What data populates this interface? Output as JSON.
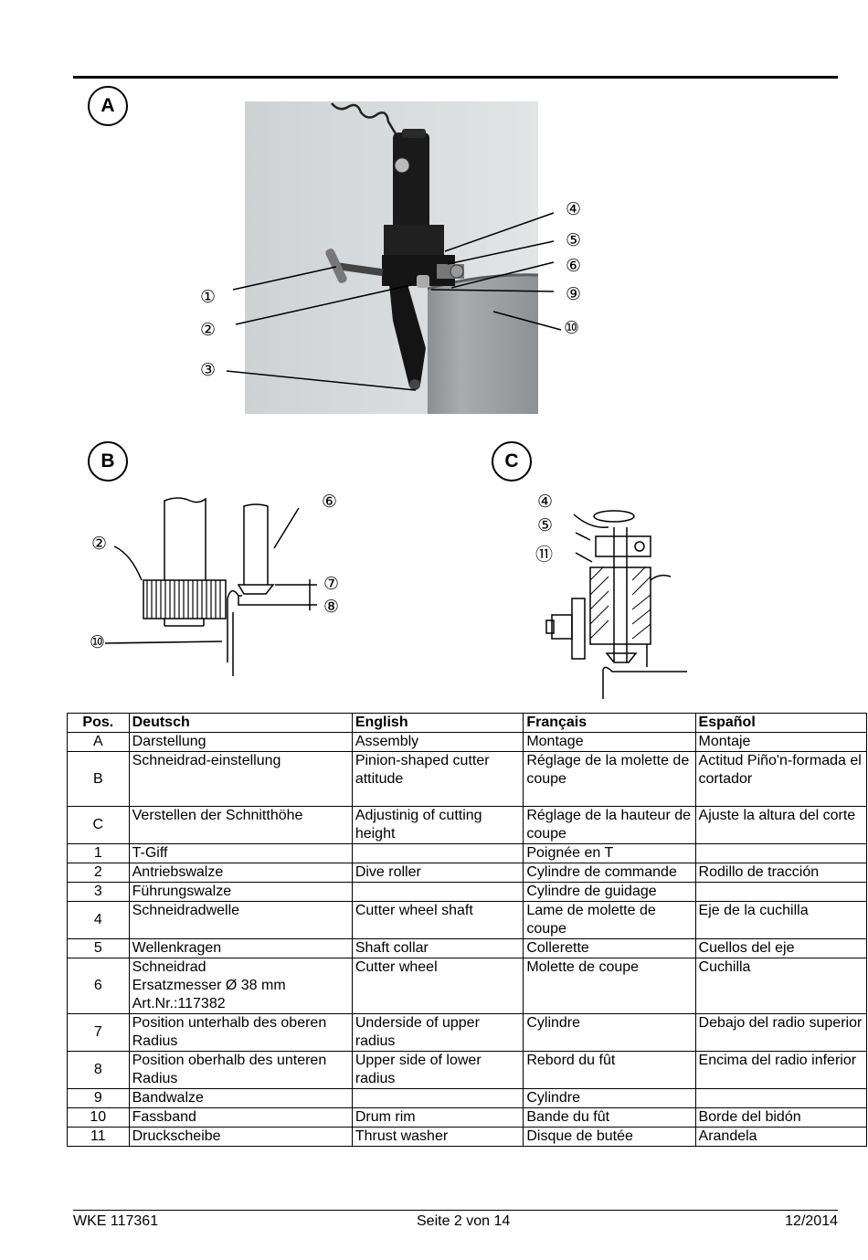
{
  "figures": {
    "a_label": "A",
    "b_label": "B",
    "c_label": "C",
    "a_callouts": [
      "①",
      "②",
      "③",
      "④",
      "⑤",
      "⑥",
      "⑨",
      "⑩"
    ],
    "b_callouts": [
      "②",
      "⑩",
      "⑥",
      "⑦",
      "⑧"
    ],
    "c_callouts": [
      "④",
      "⑤",
      "⑪"
    ]
  },
  "table": {
    "headers": [
      "Pos.",
      "Deutsch",
      "English",
      "Français",
      "Español"
    ],
    "rows": [
      [
        "A",
        "Darstellung",
        "Assembly",
        "Montage",
        "Montaje"
      ],
      [
        "B",
        "Schneidrad-einstellung",
        "Pinion-shaped cutter attitude",
        "Réglage de la molette de coupe",
        "Actitud Piño'n-formada el cortador"
      ],
      [
        "C",
        "Verstellen der Schnitthöhe",
        "Adjustinig of cutting height",
        "Réglage de la hauteur de coupe",
        "Ajuste la altura del corte"
      ],
      [
        "1",
        "T-Giff",
        "",
        "Poignée en T",
        ""
      ],
      [
        "2",
        "Antriebswalze",
        "Dive roller",
        "Cylindre de commande",
        "Rodillo de tracción"
      ],
      [
        "3",
        "Führungswalze",
        "",
        "Cylindre de guidage",
        ""
      ],
      [
        "4",
        "Schneidradwelle",
        "Cutter wheel shaft",
        "Lame de molette de coupe",
        "Eje de la cuchilla"
      ],
      [
        "5",
        "Wellenkragen",
        "Shaft collar",
        "Collerette",
        "Cuellos del eje"
      ],
      [
        "6",
        "Schneidrad Ersatzmesser Ø 38 mm Art.Nr.:117382",
        "Cutter wheel",
        "Molette de coupe",
        "Cuchilla"
      ],
      [
        "7",
        "Position unterhalb des oberen Radius",
        "Underside of upper radius",
        "Cylindre",
        "Debajo del radio superior"
      ],
      [
        "8",
        "Position oberhalb des unteren Radius",
        "Upper side of lower radius",
        "Rebord du fût",
        "Encima del radio inferior"
      ],
      [
        "9",
        "Bandwalze",
        "",
        "Cylindre",
        ""
      ],
      [
        "10",
        "Fassband",
        "Drum rim",
        "Bande du fût",
        "Borde del bidón"
      ],
      [
        "11",
        "Druckscheibe",
        "Thrust washer",
        "Disque de butée",
        "Arandela"
      ]
    ]
  },
  "footer": {
    "left": "WKE 117361",
    "center": "Seite 2 von 14",
    "right": "12/2014"
  }
}
